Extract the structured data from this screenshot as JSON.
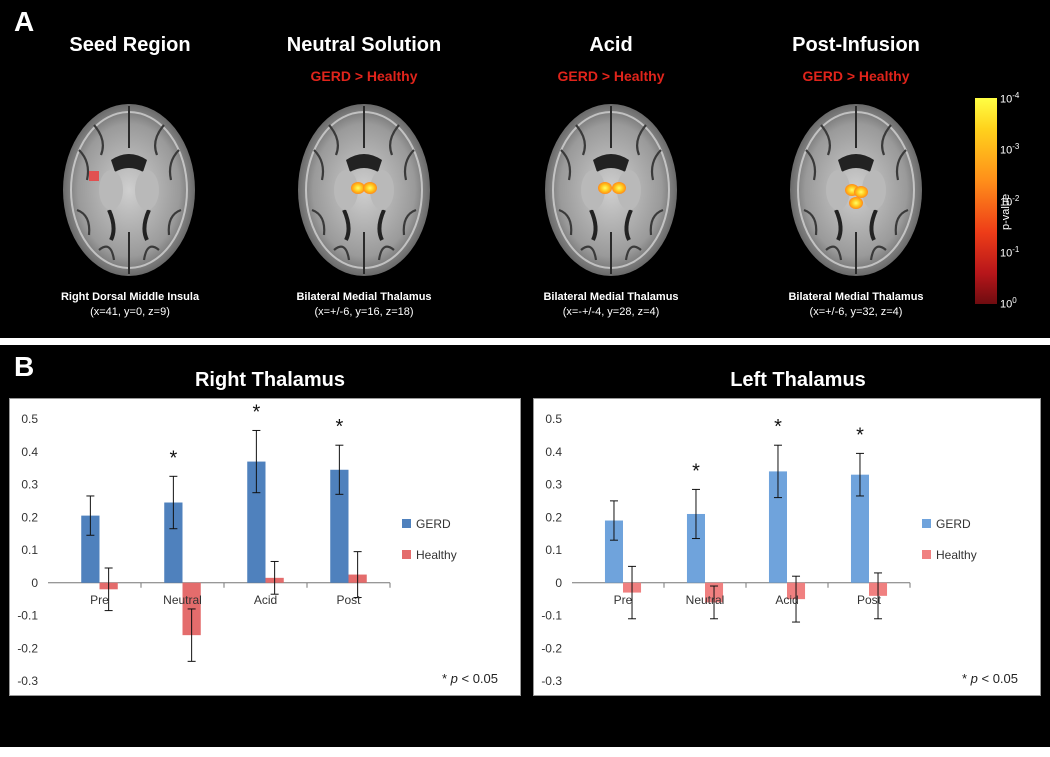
{
  "panel_a": {
    "letter": "A",
    "columns": [
      {
        "title": "Seed Region",
        "subtitle": "",
        "label_name": "Right Dorsal Middle Insula",
        "label_coords": "(x=41, y=0, z=9)"
      },
      {
        "title": "Neutral Solution",
        "subtitle": "GERD > Healthy",
        "label_name": "Bilateral Medial Thalamus",
        "label_coords": "(x=+/-6, y=16, z=18)"
      },
      {
        "title": "Acid",
        "subtitle": "GERD > Healthy",
        "label_name": "Bilateral Medial Thalamus",
        "label_coords": "(x=-+/-4, y=28, z=4)"
      },
      {
        "title": "Post-Infusion",
        "subtitle": "GERD > Healthy",
        "label_name": "Bilateral Medial Thalamus",
        "label_coords": "(x=+/-6, y=32, z=4)"
      }
    ],
    "colorbar": {
      "title": "p-value",
      "ticks": [
        {
          "base": "10",
          "exp": "-4"
        },
        {
          "base": "10",
          "exp": "-3"
        },
        {
          "base": "10",
          "exp": "-2"
        },
        {
          "base": "10",
          "exp": "-1"
        },
        {
          "base": "10",
          "exp": "0"
        }
      ]
    }
  },
  "panel_b": {
    "letter": "B",
    "significance_note": "* p < 0.05",
    "significance_note_star": "*",
    "significance_note_p": "p",
    "significance_note_rest": "< 0.05"
  },
  "chart_data": [
    {
      "type": "bar",
      "title": "Right Thalamus",
      "categories": [
        "Pre",
        "Neutral",
        "Acid",
        "Post"
      ],
      "ylim": [
        -0.3,
        0.5
      ],
      "yticks": [
        "0.5",
        "0.4",
        "0.3",
        "0.2",
        "0.1",
        "0",
        "-0.1",
        "-0.2",
        "-0.3"
      ],
      "significant": [
        false,
        true,
        true,
        true
      ],
      "series": [
        {
          "name": "GERD",
          "color": "#4f81bd",
          "values": [
            0.205,
            0.245,
            0.37,
            0.345
          ],
          "errors": [
            0.06,
            0.08,
            0.095,
            0.075
          ]
        },
        {
          "name": "Healthy",
          "color": "#e46c6c",
          "values": [
            -0.02,
            -0.16,
            0.015,
            0.025
          ],
          "errors": [
            0.065,
            0.08,
            0.05,
            0.07
          ]
        }
      ]
    },
    {
      "type": "bar",
      "title": "Left Thalamus",
      "categories": [
        "Pre",
        "Neutral",
        "Acid",
        "Post"
      ],
      "ylim": [
        -0.3,
        0.5
      ],
      "yticks": [
        "0.5",
        "0.4",
        "0.3",
        "0.2",
        "0.1",
        "0",
        "-0.1",
        "-0.2",
        "-0.3"
      ],
      "significant": [
        false,
        true,
        true,
        true
      ],
      "series": [
        {
          "name": "GERD",
          "color": "#6fa3dc",
          "values": [
            0.19,
            0.21,
            0.34,
            0.33
          ],
          "errors": [
            0.06,
            0.075,
            0.08,
            0.065
          ]
        },
        {
          "name": "Healthy",
          "color": "#f08080",
          "values": [
            -0.03,
            -0.06,
            -0.05,
            -0.04
          ],
          "errors": [
            0.08,
            0.05,
            0.07,
            0.07
          ]
        }
      ]
    }
  ]
}
